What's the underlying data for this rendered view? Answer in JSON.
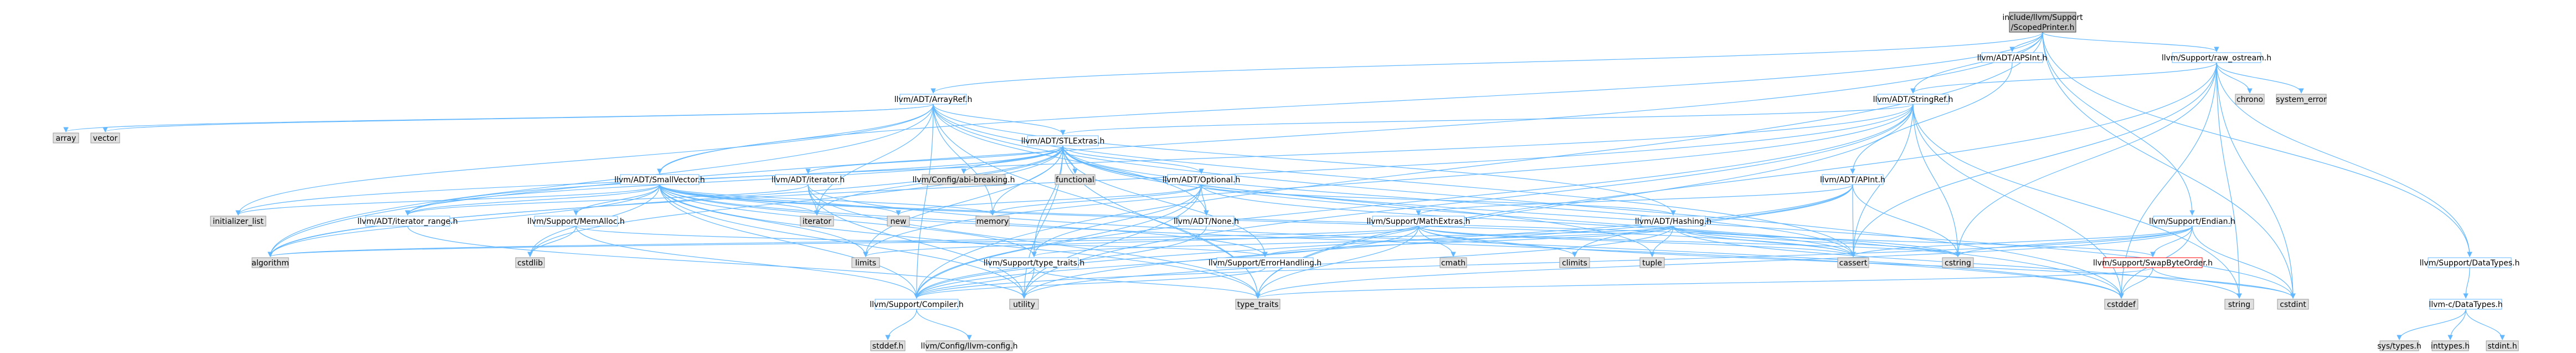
{
  "colors": {
    "root_fill": "#bfbfbf",
    "root_stroke": "#404040",
    "internal_fill": "#ffffff",
    "internal_stroke": "#63b8ff",
    "system_fill": "#e0e0e0",
    "system_stroke": "#999999",
    "cyclic_stroke": "#ff0000",
    "edge_color": "#63b8ff"
  },
  "graph": {
    "nodes": [
      {
        "id": "root",
        "label": "include/llvm/Support\n/ScopedPrinter.h",
        "kind": "root"
      },
      {
        "id": "apsint",
        "label": "llvm/ADT/APSInt.h",
        "kind": "internal"
      },
      {
        "id": "raw_ostream",
        "label": "llvm/Support/raw_ostream.h",
        "kind": "internal"
      },
      {
        "id": "arrayref",
        "label": "llvm/ADT/ArrayRef.h",
        "kind": "internal"
      },
      {
        "id": "stringref",
        "label": "llvm/ADT/StringRef.h",
        "kind": "internal"
      },
      {
        "id": "chrono",
        "label": "chrono",
        "kind": "system"
      },
      {
        "id": "system_error",
        "label": "system_error",
        "kind": "system"
      },
      {
        "id": "array",
        "label": "array",
        "kind": "system"
      },
      {
        "id": "vector",
        "label": "vector",
        "kind": "system"
      },
      {
        "id": "stlextras",
        "label": "llvm/ADT/STLExtras.h",
        "kind": "internal"
      },
      {
        "id": "smallvector",
        "label": "llvm/ADT/SmallVector.h",
        "kind": "internal"
      },
      {
        "id": "iterator_h",
        "label": "llvm/ADT/iterator.h",
        "kind": "internal"
      },
      {
        "id": "config_breaking",
        "label": "llvm/Config/abi-breaking.h",
        "kind": "system"
      },
      {
        "id": "functional",
        "label": "functional",
        "kind": "system"
      },
      {
        "id": "optional",
        "label": "llvm/ADT/Optional.h",
        "kind": "internal"
      },
      {
        "id": "apint",
        "label": "llvm/ADT/APInt.h",
        "kind": "internal"
      },
      {
        "id": "initializer_list",
        "label": "initializer_list",
        "kind": "system"
      },
      {
        "id": "iterator_range",
        "label": "llvm/ADT/iterator_range.h",
        "kind": "internal"
      },
      {
        "id": "memalloc",
        "label": "llvm/Support/MemAlloc.h",
        "kind": "internal"
      },
      {
        "id": "iterator",
        "label": "iterator",
        "kind": "system"
      },
      {
        "id": "new",
        "label": "new",
        "kind": "system"
      },
      {
        "id": "memory",
        "label": "memory",
        "kind": "system"
      },
      {
        "id": "none",
        "label": "llvm/ADT/None.h",
        "kind": "internal"
      },
      {
        "id": "mathextras",
        "label": "llvm/Support/MathExtras.h",
        "kind": "internal"
      },
      {
        "id": "hashing",
        "label": "llvm/ADT/Hashing.h",
        "kind": "internal"
      },
      {
        "id": "endian",
        "label": "llvm/Support/Endian.h",
        "kind": "internal"
      },
      {
        "id": "algorithm",
        "label": "algorithm",
        "kind": "system"
      },
      {
        "id": "cstdlib",
        "label": "cstdlib",
        "kind": "system"
      },
      {
        "id": "limits",
        "label": "limits",
        "kind": "system"
      },
      {
        "id": "type_traits_h",
        "label": "llvm/Support/type_traits.h",
        "kind": "internal"
      },
      {
        "id": "errorhandling",
        "label": "llvm/Support/ErrorHandling.h",
        "kind": "internal"
      },
      {
        "id": "cmath",
        "label": "cmath",
        "kind": "system"
      },
      {
        "id": "climits",
        "label": "climits",
        "kind": "system"
      },
      {
        "id": "tuple",
        "label": "tuple",
        "kind": "system"
      },
      {
        "id": "cassert",
        "label": "cassert",
        "kind": "system"
      },
      {
        "id": "cstring",
        "label": "cstring",
        "kind": "system"
      },
      {
        "id": "swapbyteorder",
        "label": "llvm/Support/SwapByteOrder.h",
        "kind": "cyclic"
      },
      {
        "id": "datatypes",
        "label": "llvm/Support/DataTypes.h",
        "kind": "internal"
      },
      {
        "id": "compiler",
        "label": "llvm/Support/Compiler.h",
        "kind": "internal"
      },
      {
        "id": "utility",
        "label": "utility",
        "kind": "system"
      },
      {
        "id": "type_traits",
        "label": "type_traits",
        "kind": "system"
      },
      {
        "id": "cstddef",
        "label": "cstddef",
        "kind": "system"
      },
      {
        "id": "string",
        "label": "string",
        "kind": "system"
      },
      {
        "id": "cstdint",
        "label": "cstdint",
        "kind": "system"
      },
      {
        "id": "llvm_c_datatypes",
        "label": "llvm-c/DataTypes.h",
        "kind": "internal"
      },
      {
        "id": "stddef",
        "label": "stddef.h",
        "kind": "system"
      },
      {
        "id": "llvm_config",
        "label": "llvm/Config/llvm-config.h",
        "kind": "system"
      },
      {
        "id": "sys_types",
        "label": "sys/types.h",
        "kind": "system"
      },
      {
        "id": "inttypes",
        "label": "inttypes.h",
        "kind": "system"
      },
      {
        "id": "stdint",
        "label": "stdint.h",
        "kind": "system"
      }
    ],
    "edges": [
      [
        "root",
        "apsint"
      ],
      [
        "root",
        "raw_ostream"
      ],
      [
        "root",
        "arrayref"
      ],
      [
        "root",
        "stringref"
      ],
      [
        "root",
        "smallvector"
      ],
      [
        "root",
        "endian"
      ],
      [
        "root",
        "datatypes"
      ],
      [
        "root",
        "algorithm"
      ],
      [
        "root",
        "compiler"
      ],
      [
        "root",
        "cstdint"
      ],
      [
        "apsint",
        "apint"
      ],
      [
        "raw_ostream",
        "stringref"
      ],
      [
        "raw_ostream",
        "datatypes"
      ],
      [
        "raw_ostream",
        "cassert"
      ],
      [
        "raw_ostream",
        "chrono"
      ],
      [
        "raw_ostream",
        "cstddef"
      ],
      [
        "raw_ostream",
        "cstdint"
      ],
      [
        "raw_ostream",
        "cstring"
      ],
      [
        "raw_ostream",
        "string"
      ],
      [
        "raw_ostream",
        "system_error"
      ],
      [
        "raw_ostream",
        "type_traits"
      ],
      [
        "arrayref",
        "array"
      ],
      [
        "arrayref",
        "vector"
      ],
      [
        "arrayref",
        "stlextras"
      ],
      [
        "arrayref",
        "smallvector"
      ],
      [
        "arrayref",
        "hashing"
      ],
      [
        "arrayref",
        "none"
      ],
      [
        "arrayref",
        "compiler"
      ],
      [
        "arrayref",
        "algorithm"
      ],
      [
        "arrayref",
        "cassert"
      ],
      [
        "arrayref",
        "cstddef"
      ],
      [
        "arrayref",
        "initializer_list"
      ],
      [
        "arrayref",
        "iterator"
      ],
      [
        "arrayref",
        "memory"
      ],
      [
        "arrayref",
        "type_traits"
      ],
      [
        "stringref",
        "stlextras"
      ],
      [
        "stringref",
        "iterator_range"
      ],
      [
        "stringref",
        "compiler"
      ],
      [
        "stringref",
        "algorithm"
      ],
      [
        "stringref",
        "cassert"
      ],
      [
        "stringref",
        "cstddef"
      ],
      [
        "stringref",
        "cstring"
      ],
      [
        "stringref",
        "limits"
      ],
      [
        "stringref",
        "string"
      ],
      [
        "stringref",
        "type_traits"
      ],
      [
        "stringref",
        "utility"
      ],
      [
        "stlextras",
        "config_breaking"
      ],
      [
        "stlextras",
        "functional"
      ],
      [
        "stlextras",
        "optional"
      ],
      [
        "stlextras",
        "iterator_h"
      ],
      [
        "stlextras",
        "iterator_range"
      ],
      [
        "stlextras",
        "errorhandling"
      ],
      [
        "stlextras",
        "type_traits_h"
      ],
      [
        "stlextras",
        "algorithm"
      ],
      [
        "stlextras",
        "cassert"
      ],
      [
        "stlextras",
        "cstddef"
      ],
      [
        "stlextras",
        "cstdint"
      ],
      [
        "stlextras",
        "cstdlib"
      ],
      [
        "stlextras",
        "initializer_list"
      ],
      [
        "stlextras",
        "iterator"
      ],
      [
        "stlextras",
        "limits"
      ],
      [
        "stlextras",
        "memory"
      ],
      [
        "stlextras",
        "tuple"
      ],
      [
        "stlextras",
        "type_traits"
      ],
      [
        "stlextras",
        "utility"
      ],
      [
        "smallvector",
        "iterator_range"
      ],
      [
        "smallvector",
        "compiler"
      ],
      [
        "smallvector",
        "errorhandling"
      ],
      [
        "smallvector",
        "memalloc"
      ],
      [
        "smallvector",
        "type_traits_h"
      ],
      [
        "smallvector",
        "algorithm"
      ],
      [
        "smallvector",
        "cassert"
      ],
      [
        "smallvector",
        "cstddef"
      ],
      [
        "smallvector",
        "cstdlib"
      ],
      [
        "smallvector",
        "cstring"
      ],
      [
        "smallvector",
        "initializer_list"
      ],
      [
        "smallvector",
        "iterator"
      ],
      [
        "smallvector",
        "limits"
      ],
      [
        "smallvector",
        "memory"
      ],
      [
        "smallvector",
        "new"
      ],
      [
        "smallvector",
        "type_traits"
      ],
      [
        "smallvector",
        "utility"
      ],
      [
        "iterator_h",
        "iterator_range"
      ],
      [
        "iterator_h",
        "cstddef"
      ],
      [
        "iterator_h",
        "iterator"
      ],
      [
        "iterator_h",
        "type_traits"
      ],
      [
        "iterator_h",
        "utility"
      ],
      [
        "optional",
        "hashing"
      ],
      [
        "optional",
        "none"
      ],
      [
        "optional",
        "compiler"
      ],
      [
        "optional",
        "type_traits_h"
      ],
      [
        "optional",
        "cassert"
      ],
      [
        "optional",
        "memory"
      ],
      [
        "optional",
        "new"
      ],
      [
        "optional",
        "utility"
      ],
      [
        "apint",
        "compiler"
      ],
      [
        "apint",
        "mathextras"
      ],
      [
        "apint",
        "cassert"
      ],
      [
        "apint",
        "climits"
      ],
      [
        "apint",
        "cstring"
      ],
      [
        "apint",
        "utility"
      ],
      [
        "iterator_range",
        "utility"
      ],
      [
        "memalloc",
        "compiler"
      ],
      [
        "memalloc",
        "errorhandling"
      ],
      [
        "memalloc",
        "cstdlib"
      ],
      [
        "none",
        "compiler"
      ],
      [
        "mathextras",
        "compiler"
      ],
      [
        "mathextras",
        "algorithm"
      ],
      [
        "mathextras",
        "cassert"
      ],
      [
        "mathextras",
        "climits"
      ],
      [
        "mathextras",
        "cmath"
      ],
      [
        "mathextras",
        "cstdint"
      ],
      [
        "mathextras",
        "cstring"
      ],
      [
        "mathextras",
        "limits"
      ],
      [
        "mathextras",
        "type_traits"
      ],
      [
        "hashing",
        "errorhandling"
      ],
      [
        "hashing",
        "swapbyteorder"
      ],
      [
        "hashing",
        "type_traits_h"
      ],
      [
        "hashing",
        "algorithm"
      ],
      [
        "hashing",
        "cassert"
      ],
      [
        "hashing",
        "cstring"
      ],
      [
        "hashing",
        "string"
      ],
      [
        "hashing",
        "tuple"
      ],
      [
        "hashing",
        "utility"
      ],
      [
        "endian",
        "compiler"
      ],
      [
        "endian",
        "swapbyteorder"
      ],
      [
        "endian",
        "cassert"
      ],
      [
        "endian",
        "cstddef"
      ],
      [
        "endian",
        "cstdint"
      ],
      [
        "endian",
        "cstring"
      ],
      [
        "endian",
        "type_traits"
      ],
      [
        "type_traits_h",
        "compiler"
      ],
      [
        "type_traits_h",
        "type_traits"
      ],
      [
        "type_traits_h",
        "utility"
      ],
      [
        "errorhandling",
        "compiler"
      ],
      [
        "swapbyteorder",
        "cstddef"
      ],
      [
        "swapbyteorder",
        "cstdint"
      ],
      [
        "swapbyteorder",
        "type_traits"
      ],
      [
        "datatypes",
        "llvm_c_datatypes"
      ],
      [
        "llvm_c_datatypes",
        "sys_types"
      ],
      [
        "llvm_c_datatypes",
        "inttypes"
      ],
      [
        "llvm_c_datatypes",
        "stdint"
      ],
      [
        "compiler",
        "stddef"
      ],
      [
        "compiler",
        "llvm_config"
      ]
    ]
  }
}
